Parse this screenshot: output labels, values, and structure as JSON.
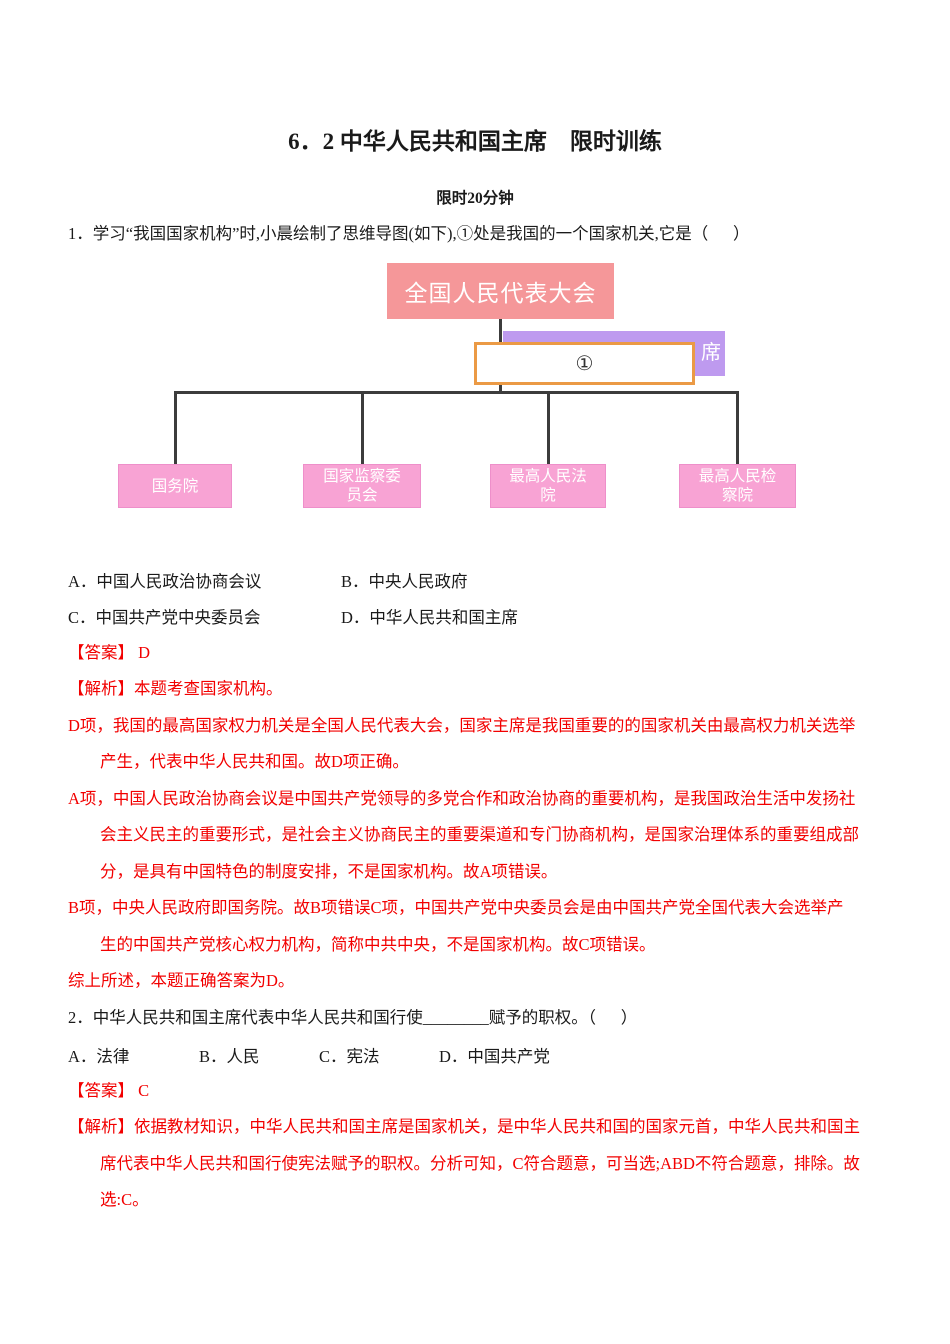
{
  "title": "6．2 中华人民共和国主席　限时训练",
  "subtitle": "限时20分钟",
  "colors": {
    "npc-box-bg": "#f59799",
    "president-box-bg": "#be9aef",
    "highlight-border": "#eb9a45",
    "organ-box-bg": "#f8a3d4",
    "connector": "#3c3c3c",
    "answer-red": "#f20000"
  },
  "q1": {
    "stem": "1．学习“我国国家机构”时,小晨绘制了思维导图(如下),①处是我国的一个国家机关,它是（      ）",
    "diagram": {
      "top_box": "全国人民代表大会",
      "covered_box_visible_fragment": "席",
      "blank_label": "①",
      "organ_boxes": [
        "国务院",
        "国家监察委\n员会",
        "最高人民法\n院",
        "最高人民检\n察院"
      ]
    },
    "options": [
      "A．中国人民政治协商会议",
      "B．中央人民政府",
      "C．中国共产党中央委员会",
      "D．中华人民共和国主席"
    ],
    "answer": "【答案】 D",
    "analysis": [
      "【解析】本题考查国家机构。",
      "D项，我国的最高国家权力机关是全国人民代表大会，国家主席是我国重要的的国家机关由最高权力机关选举",
      "产生，代表中华人民共和国。故D项正确。",
      "A项，中国人民政治协商会议是中国共产党领导的多党合作和政治协商的重要机构，是我国政治生活中发扬社",
      "会主义民主的重要形式，是社会主义协商民主的重要渠道和专门协商机构，是国家治理体系的重要组成部",
      "分，是具有中国特色的制度安排，不是国家机构。故A项错误。",
      "B项，中央人民政府即国务院。故B项错误C项，中国共产党中央委员会是由中国共产党全国代表大会选举产",
      "生的中国共产党核心权力机构，简称中共中央，不是国家机构。故C项错误。",
      "综上所述，本题正确答案为D。"
    ]
  },
  "q2": {
    "stem": "2．中华人民共和国主席代表中华人民共和国行使________赋予的职权。（      ）",
    "options": [
      "A．法律",
      "B．人民",
      "C．宪法",
      "D．中国共产党"
    ],
    "answer": "【答案】 C",
    "analysis": [
      "【解析】依据教材知识，中华人民共和国主席是国家机关，是中华人民共和国的国家元首，中华人民共和国主",
      "席代表中华人民共和国行使宪法赋予的职权。分析可知，C符合题意，可当选;ABD不符合题意，排除。故",
      "选:C。"
    ]
  }
}
